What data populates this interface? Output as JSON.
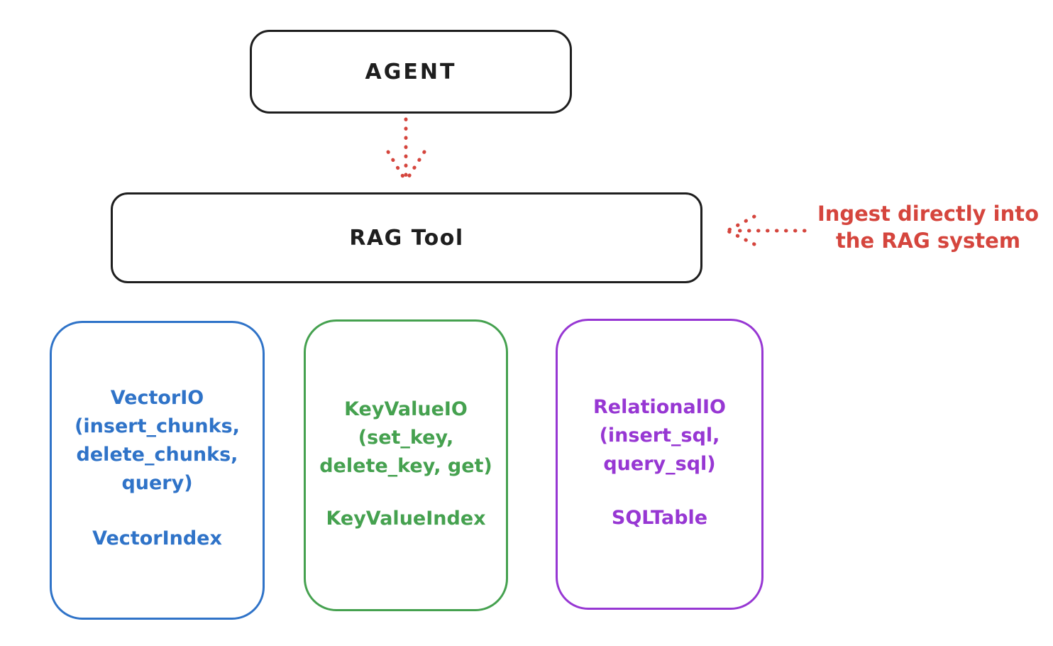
{
  "diagram": {
    "agent_box": {
      "label": "AGENT"
    },
    "rag_tool_box": {
      "label": "RAG Tool"
    },
    "annotation": {
      "line1": "Ingest directly into",
      "line2": "the RAG system"
    },
    "io_boxes": [
      {
        "name": "vector-io",
        "lines": [
          "VectorIO",
          "(insert_chunks,",
          "delete_chunks,",
          "query)"
        ],
        "index_label": "VectorIndex",
        "color": "#2f73c8"
      },
      {
        "name": "keyvalue-io",
        "lines": [
          "KeyValueIO",
          "(set_key,",
          "delete_key, get)"
        ],
        "index_label": "KeyValueIndex",
        "color": "#45a14f"
      },
      {
        "name": "relational-io",
        "lines": [
          "RelationalIO",
          "(insert_sql,",
          "query_sql)"
        ],
        "index_label": "SQLTable",
        "color": "#9737d3"
      }
    ]
  },
  "colors": {
    "outline": "#1e1e1e",
    "background": "#ffffff",
    "arrow_red": "#d5453d"
  }
}
